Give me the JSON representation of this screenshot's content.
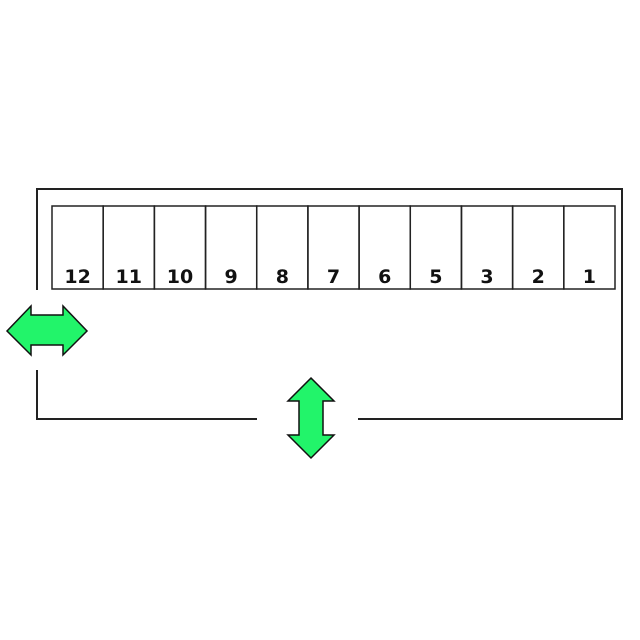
{
  "stalls": [
    "12",
    "11",
    "10",
    "9",
    "8",
    "7",
    "6",
    "5",
    "3",
    "2",
    "1"
  ],
  "colors": {
    "arrow_fill": "#22f46a",
    "line": "#222222"
  },
  "entrances": [
    {
      "name": "left-entrance",
      "icon": "horizontal-double-arrow-icon"
    },
    {
      "name": "bottom-entrance",
      "icon": "vertical-double-arrow-icon"
    }
  ]
}
